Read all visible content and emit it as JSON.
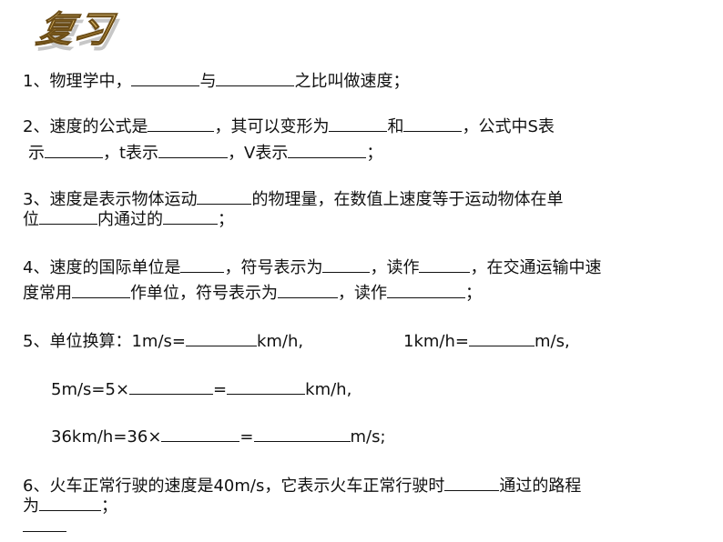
{
  "title": "复习",
  "q1": {
    "a": "1、物理学中，",
    "b": "与",
    "c": "之比叫做速度；"
  },
  "q2": {
    "a": "2、速度的公式是",
    "b": "，其可以变形为",
    "c": "和",
    "d": "，公式中S表",
    "e": "示",
    "f": "，t表示",
    "g": "，V表示",
    "h": "；"
  },
  "q3": {
    "a": "3、速度是表示物体运动",
    "b": "的物理量，在数值上速度等于运动物体在单",
    "c": "位",
    "d": "内通过的",
    "e": "；"
  },
  "q4": {
    "a": "4、速度的国际单位是",
    "b": "，符号表示为",
    "c": "，读作",
    "d": "，在交通运输中速",
    "e": "度常用",
    "f": "作单位，符号表示为",
    "g": "，读作",
    "h": "；"
  },
  "q5": {
    "a": "5、单位换算：1m/s=",
    "b": "km/h,",
    "c": "1km/h=",
    "d": "m/s,",
    "e": "5m/s=5×",
    "f": "=",
    "g": "km/h,",
    "h": "36km/h=36×",
    "i": "=",
    "j": "m/s;"
  },
  "q6": {
    "a": "6、火车正常行驶的速度是40m/s，它表示火车正常行驶时",
    "b": "通过的路程",
    "c": "为",
    "d": "；"
  }
}
